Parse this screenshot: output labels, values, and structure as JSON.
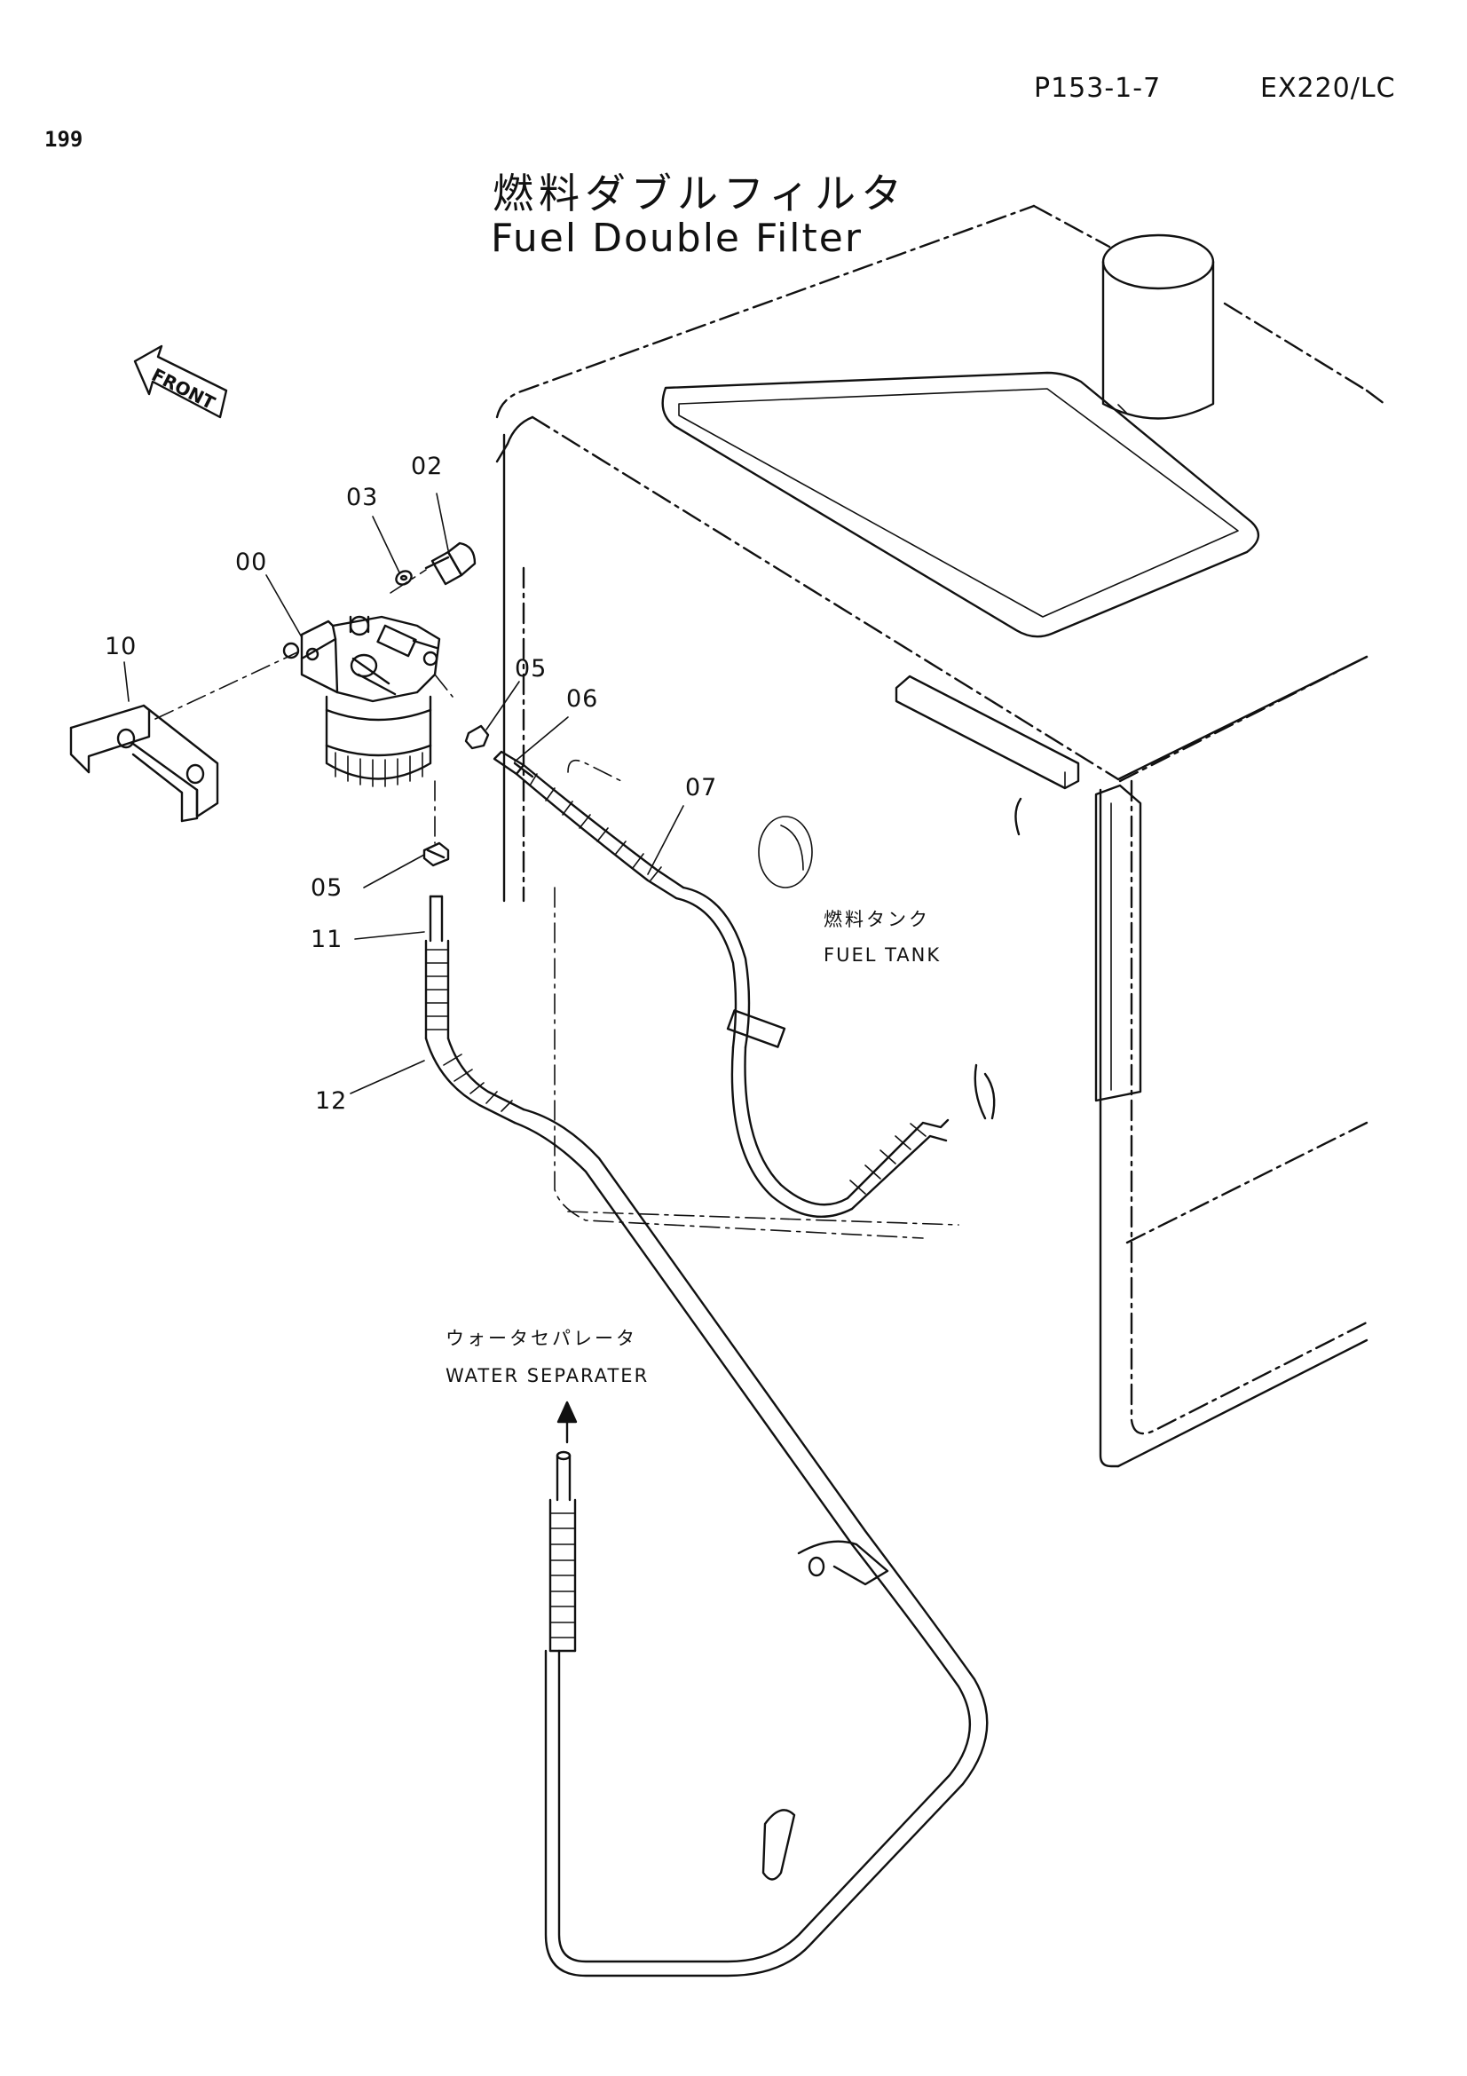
{
  "header": {
    "page_ref": "P153-1-7",
    "model": "EX220/LC",
    "page_number": "199"
  },
  "title": {
    "japanese": "燃料ダブルフィルタ",
    "english": "Fuel Double Filter"
  },
  "front_marker": "FRONT",
  "callouts": [
    "02",
    "03",
    "00",
    "10",
    "05",
    "06",
    "07",
    "05",
    "11",
    "12"
  ],
  "labels": {
    "fuel_tank_ja": "燃料タンク",
    "fuel_tank_en": "FUEL TANK",
    "water_separater_ja": "ウォータセパレータ",
    "water_separater_en": "WATER SEPARATER"
  }
}
